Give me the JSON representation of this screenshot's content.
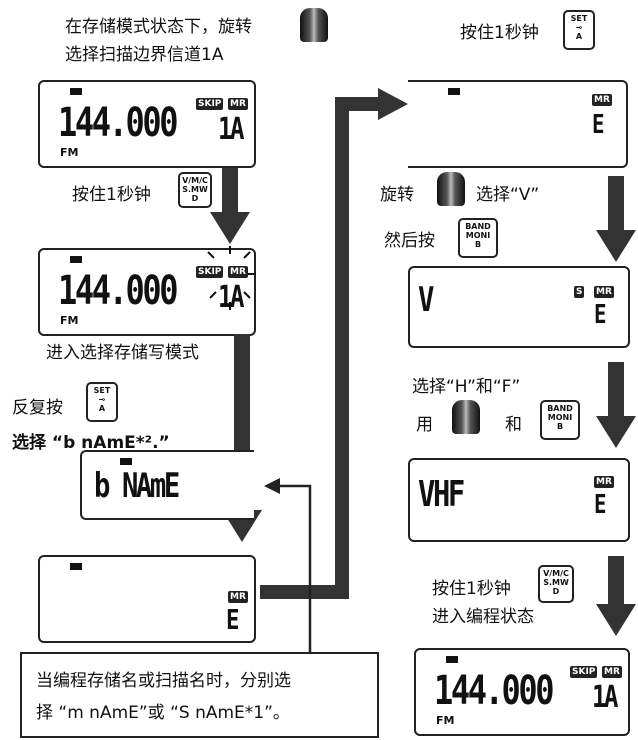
{
  "left_column": {
    "step1_text_line1": "在存储模式状态下，旋转",
    "step1_text_line2": "选择扫描边界信道1A",
    "lcd1": {
      "freq": "144.000",
      "skip": "SKIP",
      "mr": "MR",
      "chan": "1A",
      "mode": "FM"
    },
    "step2_text": "按住1秒钟",
    "lcd2": {
      "freq": "144.000",
      "skip": "SKIP",
      "mr": "MR",
      "chan": "1A",
      "mode": "FM"
    },
    "step3_text": "进入选择存储写模式",
    "step4_text1": "反复按",
    "step4_text2": "选择 “b nAmE*².”",
    "lcd3": {
      "display": "b NAmE"
    },
    "lcd4": {
      "mr": "MR",
      "chan": "E"
    }
  },
  "right_column": {
    "step1_text": "按住1秒钟",
    "step2_text": "旋转",
    "step2_text_b": "选择“V”",
    "step3_text": "然后按",
    "lcd_r2": {
      "mr": "MR",
      "chan": "E",
      "s": "S",
      "main": "V"
    },
    "step4_text": "选择“H”和“F”",
    "step5_text_a": "用",
    "step5_text_b": "和",
    "lcd_r3": {
      "mr": "MR",
      "chan": "E",
      "main": "VHF"
    },
    "step6_text1": "按住1秒钟",
    "step6_text2": "进入编程状态",
    "lcd_r4": {
      "freq": "144.000",
      "skip": "SKIP",
      "mr": "MR",
      "chan": "1A",
      "mode": "FM"
    }
  },
  "keys": {
    "set": {
      "l1": "SET",
      "l2": "⊸",
      "l3": "A"
    },
    "vmc": {
      "l1": "V/M/C",
      "l2": "S.MW",
      "l3": "D"
    },
    "band": {
      "l1": "BAND",
      "l2": "MONI",
      "l3": "B"
    }
  },
  "note": {
    "line1": "当编程存储名或扫描名时，分别选",
    "line2": "择 “m nAmE”或 “S nAmE*1”。"
  }
}
